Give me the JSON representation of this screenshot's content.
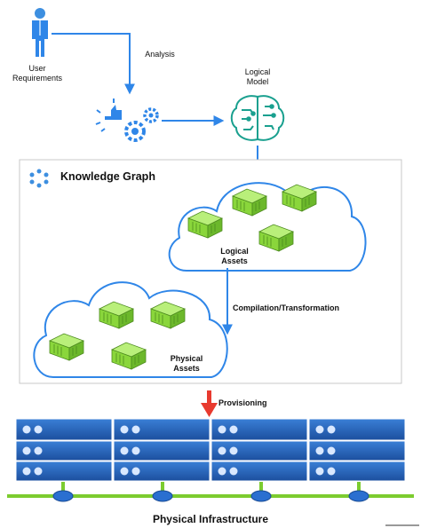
{
  "user": {
    "label_line1": "User",
    "label_line2": "Requirements"
  },
  "analysis_label": "Analysis",
  "logical_model": {
    "label_line1": "Logical",
    "label_line2": "Model"
  },
  "knowledge_graph": {
    "title": "Knowledge Graph"
  },
  "logical_assets": {
    "label_line1": "Logical",
    "label_line2": "Assets"
  },
  "physical_assets": {
    "label_line1": "Physical",
    "label_line2": "Assets"
  },
  "compilation_label": "Compilation/Transformation",
  "provisioning_label": "Provisioning",
  "infrastructure_title": "Physical Infrastructure",
  "colors": {
    "arrow_blue": "#2f86e8",
    "arrow_red": "#e83a2f",
    "asset_green": "#8fd83f",
    "server_blue": "#1f5fb5",
    "network_green": "#7ccc2f",
    "brain_teal": "#1aa08f"
  }
}
